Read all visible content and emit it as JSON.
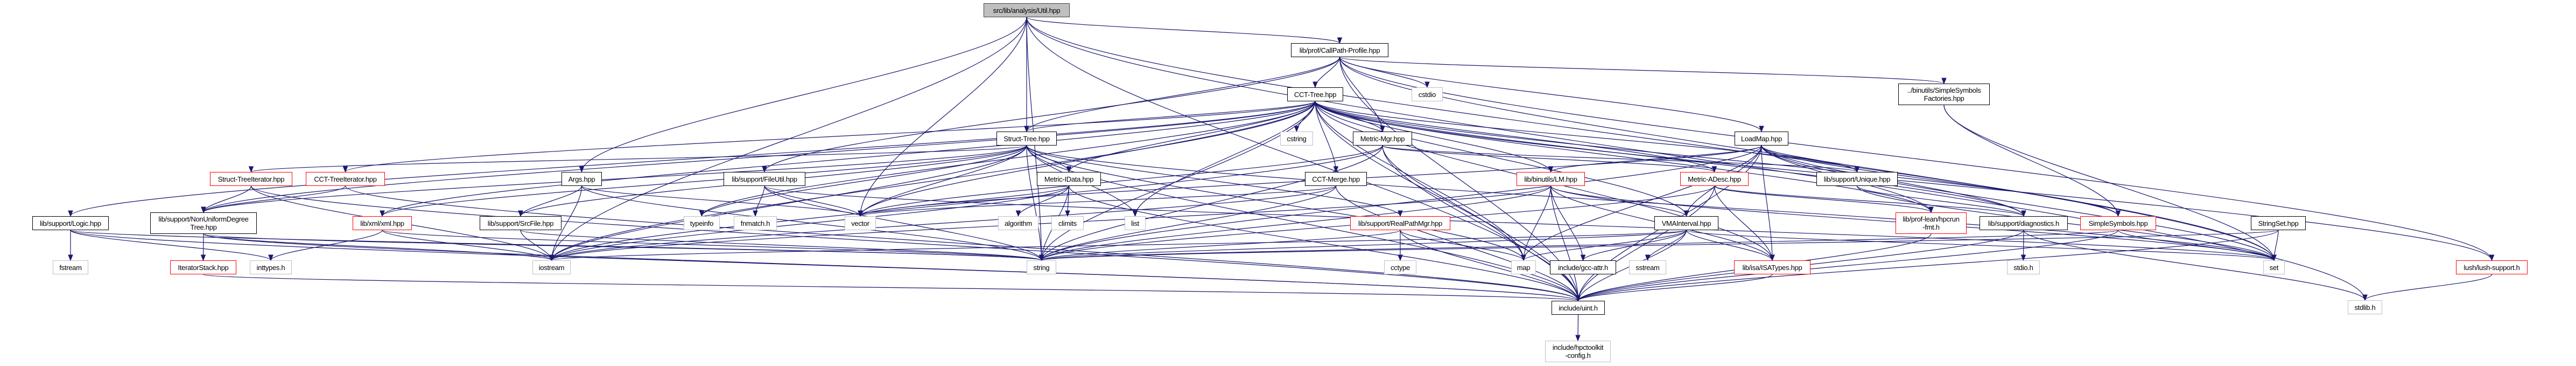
{
  "graph": {
    "title": "src/lib/analysis/Util.hpp",
    "edge_color": "#191970",
    "border_colors": {
      "documented": "#000000",
      "truncated": "#ff0000",
      "system": "#bfbfbf",
      "root_fill": "#bfbfbf"
    },
    "nodes": {
      "root": "src/lib/analysis/Util.hpp",
      "callpath_profile": "lib/prof/CallPath-Profile.hpp",
      "cct_tree": "CCT-Tree.hpp",
      "cstdio": "cstdio",
      "simple_symbols_factories": "../binutils/SimpleSymbols\nFactories.hpp",
      "struct_tree": "Struct-Tree.hpp",
      "cstring": "cstring",
      "metric_mgr": "Metric-Mgr.hpp",
      "loadmap": "LoadMap.hpp",
      "struct_tree_iterator": "Struct-TreeIterator.hpp",
      "cct_tree_iterator": "CCT-TreeIterator.hpp",
      "args": "Args.hpp",
      "fileutil": "lib/support/FileUtil.hpp",
      "metric_idata": "Metric-IData.hpp",
      "cct_merge": "CCT-Merge.hpp",
      "lm": "lib/binutils/LM.hpp",
      "metric_adesc": "Metric-ADesc.hpp",
      "unique": "lib/support/Unique.hpp",
      "logic": "lib/support/Logic.hpp",
      "nonuniform": "lib/support/NonUniformDegree\nTree.hpp",
      "xml": "lib/xml/xml.hpp",
      "srcfile": "lib/support/SrcFile.hpp",
      "typeinfo": "typeinfo",
      "fnmatch": "fnmatch.h",
      "vector": "vector",
      "algorithm": "algorithm",
      "climits": "climits",
      "list": "list",
      "realpathmgr": "lib/support/RealPathMgr.hpp",
      "vmainterval": "VMAInterval.hpp",
      "hpcrun_fmt": "lib/prof-lean/hpcrun\n-fmt.h",
      "diagnostics": "lib/support/diagnostics.h",
      "simple_symbols": "SimpleSymbols.hpp",
      "stringset": "StringSet.hpp",
      "fstream": "fstream",
      "iterator_stack": "IteratorStack.hpp",
      "inttypes": "inttypes.h",
      "iostream": "iostream",
      "string": "string",
      "cctype": "cctype",
      "map": "map",
      "gcc_attr": "include/gcc-attr.h",
      "sstream": "sstream",
      "isatypes": "lib/isa/ISATypes.hpp",
      "stdio": "stdio.h",
      "set": "set",
      "lush_support": "lush/lush-support.h",
      "uint": "include/uint.h",
      "stdlib": "stdlib.h",
      "hpctoolkit_config": "include/hpctoolkit\n-config.h"
    }
  }
}
